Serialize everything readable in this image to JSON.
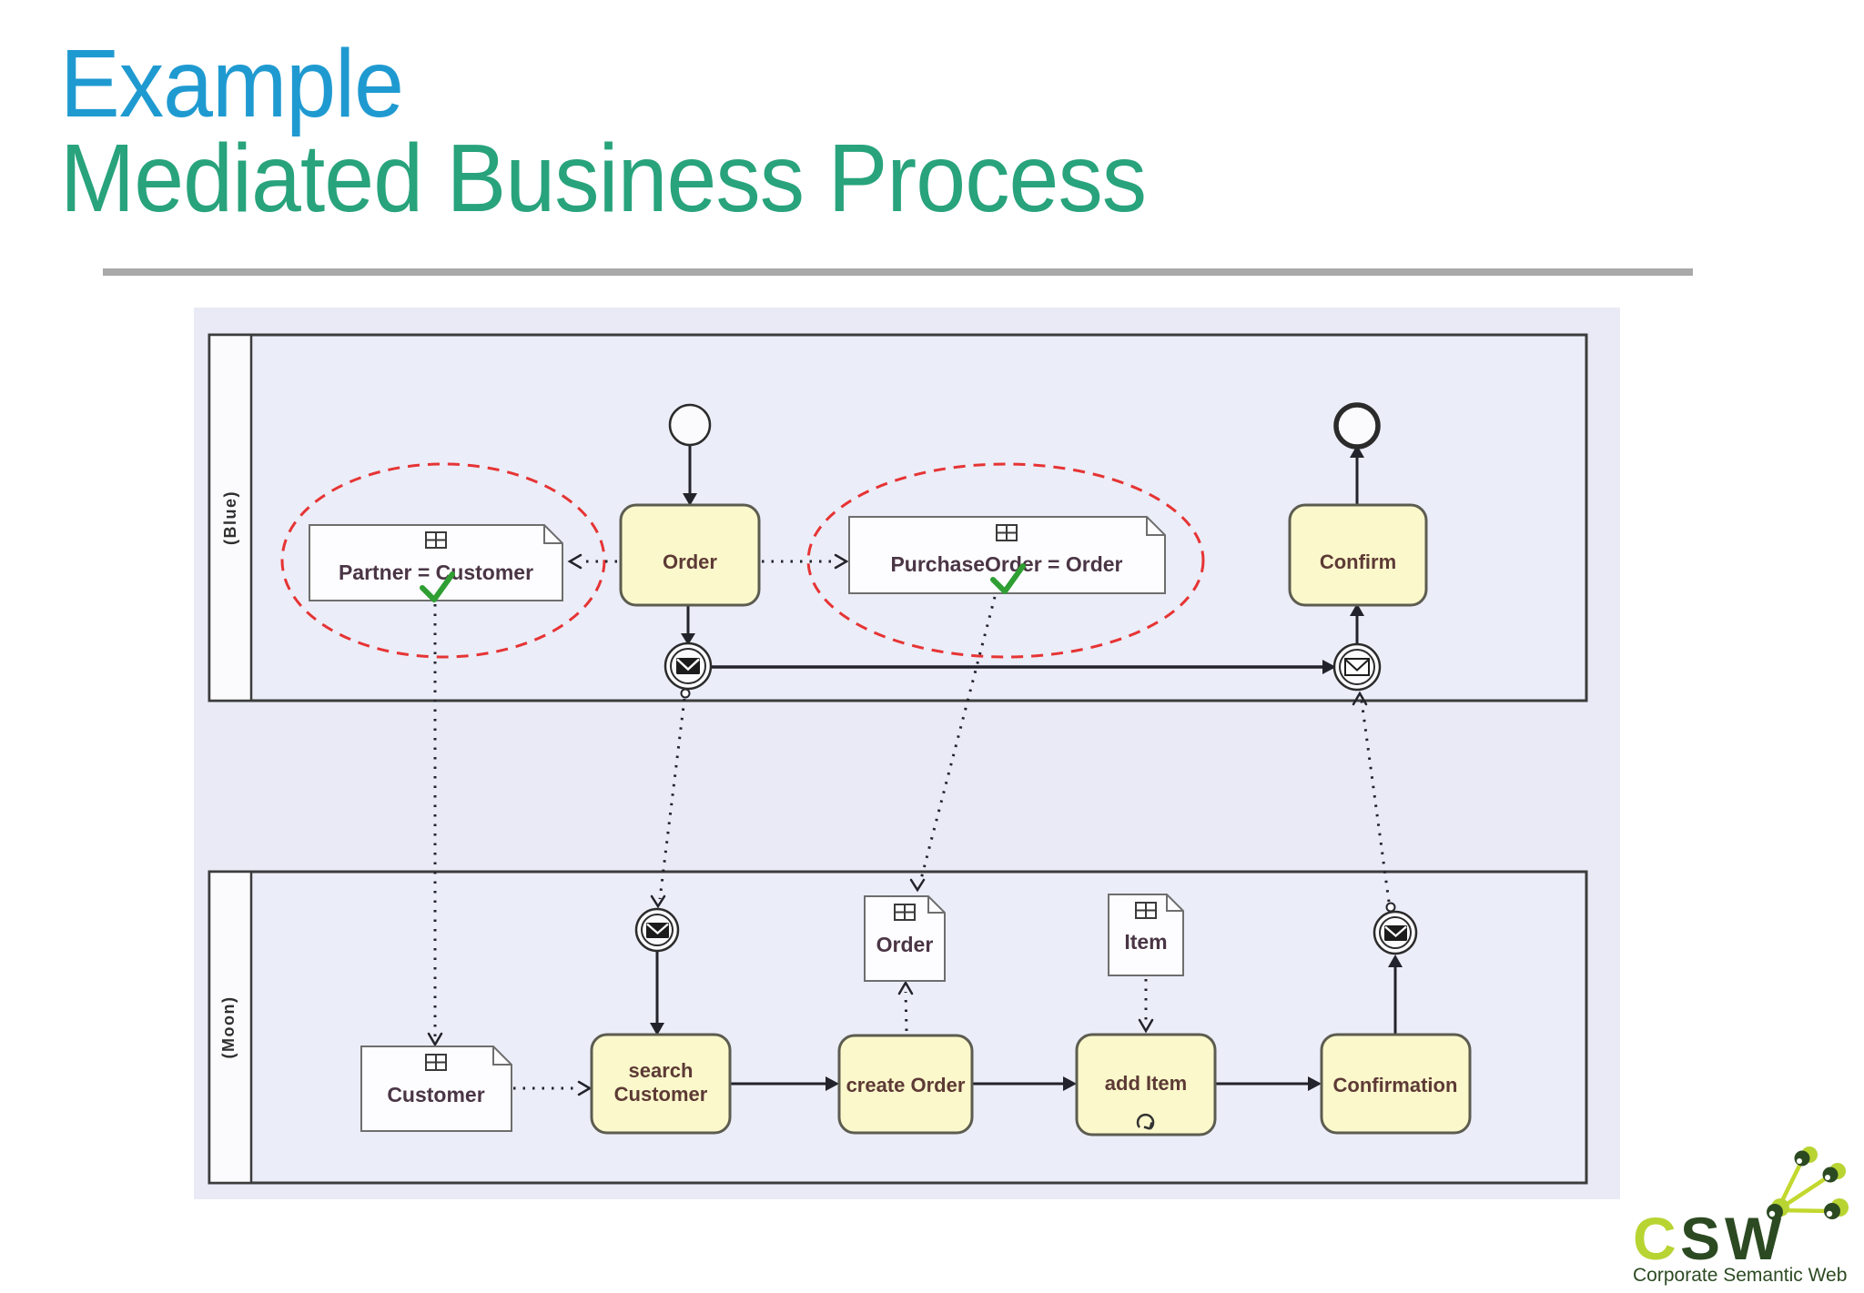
{
  "slide": {
    "title_line1": "Example",
    "title_line2": "Mediated Business Process"
  },
  "colors": {
    "title_blue": "#1f9ad1",
    "title_green": "#28a37c",
    "divider_gray": "#a9a9a9",
    "diagram_bg": "#e9eaf6",
    "pool_fill": "#ebedf8",
    "pool_label_fill": "#fbfbfd",
    "task_fill": "#fbf8cb",
    "task_text": "#5d3a35",
    "data_object_fill": "#fdfdff",
    "data_object_text": "#4a3545",
    "highlight_red": "#e63434",
    "check_green": "#2f9e33",
    "logo_lime": "#b8d432",
    "logo_dark_green": "#2c4a22"
  },
  "pools": [
    {
      "label": "(Blue)"
    },
    {
      "label": "(Moon)"
    }
  ],
  "tasks": {
    "order": "Order",
    "confirm": "Confirm",
    "search_customer": [
      "search",
      "Customer"
    ],
    "create_order": "create Order",
    "add_item": "add Item",
    "confirmation": "Confirmation"
  },
  "data_objects": {
    "partner_customer": "Partner = Customer",
    "purchase_order": "PurchaseOrder = Order",
    "customer": "Customer",
    "order": "Order",
    "item": "Item"
  },
  "icons": {
    "grid": "data-object-grid-icon",
    "message_filled": "envelope-filled-icon",
    "message_outline": "envelope-outline-icon",
    "check": "green-checkmark-icon",
    "loop": "loop-marker-icon"
  },
  "logo": {
    "c": "C",
    "sw": "SW",
    "subtitle": "Corporate Semantic Web"
  }
}
